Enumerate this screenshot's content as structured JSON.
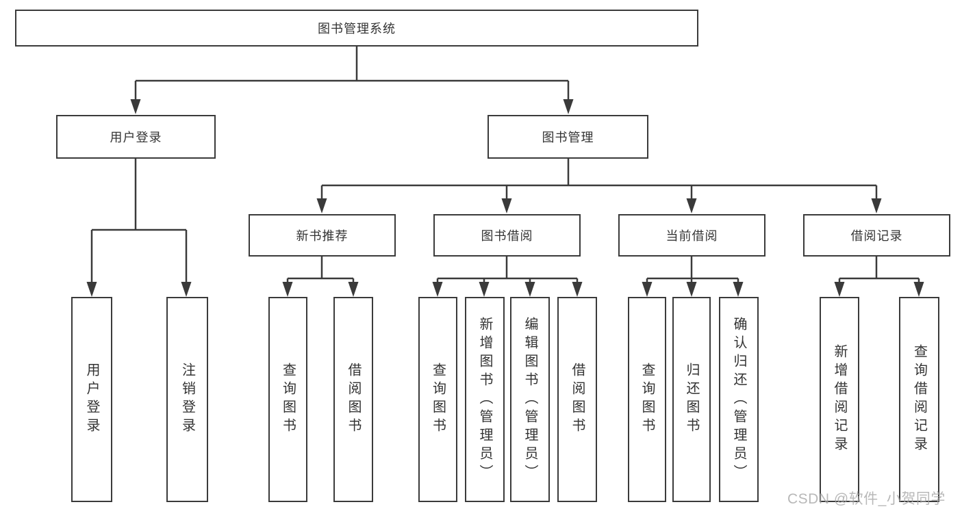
{
  "diagram": {
    "root": {
      "label": "图书管理系统"
    },
    "level1": {
      "user_login": {
        "label": "用户登录"
      },
      "book_mgmt": {
        "label": "图书管理"
      }
    },
    "level2": {
      "new_book_rec": {
        "label": "新书推荐"
      },
      "book_borrow": {
        "label": "图书借阅"
      },
      "current_borrow": {
        "label": "当前借阅"
      },
      "borrow_records": {
        "label": "借阅记录"
      }
    },
    "leaves": {
      "user_login": "用户登录",
      "logout": "注销登录",
      "rec_query_books": "查询图书",
      "rec_borrow_books": "借阅图书",
      "bor_query_books": "查询图书",
      "bor_add_book_admin": "新增图书（管理员）",
      "bor_edit_book_admin": "编辑图书（管理员）",
      "bor_borrow_books": "借阅图书",
      "cur_query_books": "查询图书",
      "cur_return_books": "归还图书",
      "cur_confirm_return_admin": "确认归还（管理员）",
      "hist_add_record": "新增借阅记录",
      "hist_query_record": "查询借阅记录"
    }
  },
  "watermark": {
    "text": "CSDN @软件_小贺同学"
  },
  "colors": {
    "line": "#3a3a3a",
    "text": "#333333",
    "background": "#ffffff",
    "watermark": "#a6a6a6"
  }
}
